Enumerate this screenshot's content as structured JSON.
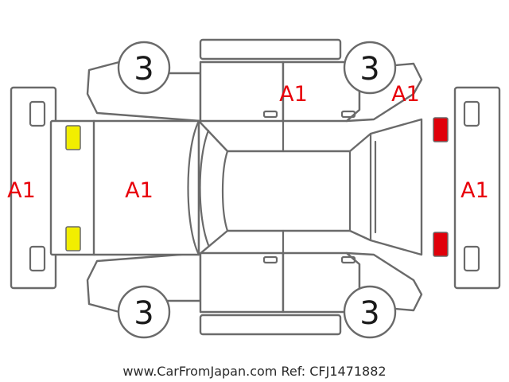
{
  "colors": {
    "outline": "#6a6a6a",
    "grade_text": "#e8000a",
    "front_lamp": "#f2ee00",
    "rear_lamp": "#e0000a"
  },
  "panels": {
    "front_bumper": "A1",
    "hood": "A1",
    "roof_side_upper": "A1",
    "rear_quarter_upper": "A1",
    "rear_bumper": "A1"
  },
  "tires": {
    "front_left": "3",
    "rear_left": "3",
    "front_right": "3",
    "rear_right": "3"
  },
  "footer": {
    "caption": "www.CarFromJapan.com Ref: CFJ1471882"
  }
}
